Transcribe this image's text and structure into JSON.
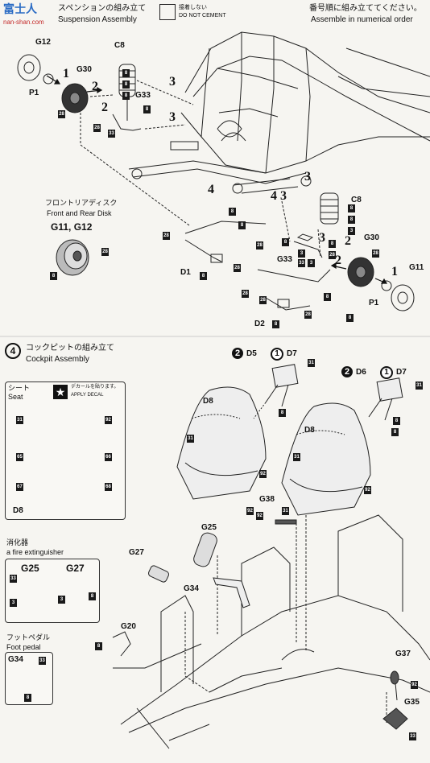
{
  "header": {
    "suspension_jp": "スペンションの組み立て",
    "suspension_en": "Suspension Assembly",
    "no_cement_jp": "接着しない",
    "no_cement_en": "DO NOT CEMENT",
    "order_jp": "番号順に組み立ててください。",
    "order_en": "Assemble in numerical order",
    "watermark_top": "富士人",
    "watermark_url": "nan-shan.com"
  },
  "suspension": {
    "labels": [
      "G12",
      "C8",
      "G30",
      "G33",
      "P1",
      "C8",
      "G30",
      "G33",
      "P1",
      "G11",
      "D1",
      "D2"
    ],
    "steps": [
      "1",
      "2",
      "2",
      "3",
      "3",
      "3",
      "4",
      "3",
      "4",
      "3",
      "2",
      "2",
      "1"
    ],
    "disk_jp": "フロントリアディスク",
    "disk_en": "Front and Rear Disk",
    "disk_parts": "G11, G12"
  },
  "cockpit": {
    "step_number": "4",
    "title_jp": "コックピットの組み立て",
    "title_en": "Cockpit Assembly",
    "seat_jp": "シート",
    "seat_en": "Seat",
    "decal_jp": "デカールを貼ります。",
    "decal_en": "APPLY DECAL",
    "d8_label": "D8",
    "left_seat": {
      "order2": "2",
      "part_a": "D5",
      "order1": "1",
      "part_b": "D7",
      "seat": "D8"
    },
    "right_seat": {
      "order2": "2",
      "part_a": "D6",
      "order1": "1",
      "part_b": "D7",
      "seat": "D8"
    },
    "extinguisher_jp": "消化器",
    "extinguisher_en": "a fire extinguisher",
    "ext_parts": [
      "G25",
      "G27"
    ],
    "pedal_jp": "フットペダル",
    "pedal_en": "Foot pedal",
    "pedal_part": "G34",
    "parts": [
      "G38",
      "G25",
      "G27",
      "G34",
      "G20",
      "G37",
      "G35"
    ]
  },
  "color_badges": [
    "28",
    "8",
    "8",
    "8",
    "28",
    "33",
    "8",
    "8",
    "3",
    "8",
    "8",
    "8",
    "28",
    "28",
    "8",
    "28",
    "8",
    "8",
    "28",
    "8",
    "28",
    "28",
    "8",
    "8",
    "28",
    "3",
    "3",
    "8",
    "33",
    "28",
    "8",
    "28",
    "8",
    "31",
    "8",
    "31",
    "8",
    "31",
    "31",
    "92",
    "31",
    "92",
    "92",
    "92",
    "31",
    "92",
    "65",
    "66",
    "67",
    "68",
    "33",
    "3",
    "8",
    "3",
    "33",
    "8",
    "8",
    "92",
    "33"
  ]
}
